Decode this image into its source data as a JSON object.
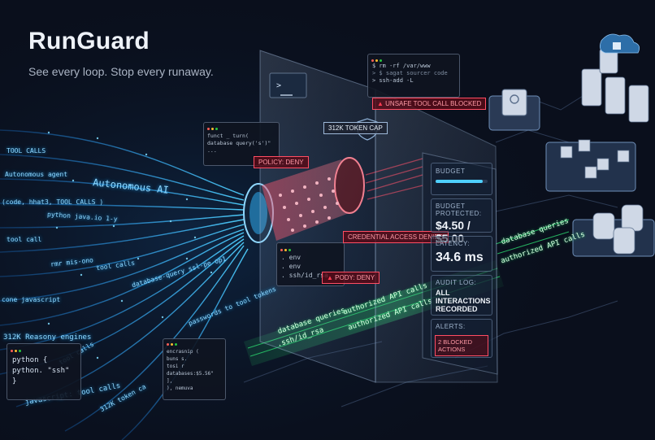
{
  "brand": {
    "title": "RunGuard",
    "tagline": "See every loop. Stop every runaway."
  },
  "stream_labels": [
    "TOOL CALLS",
    "Autonomous agent",
    "Autonomous AI",
    "(code, hhat3, TOOL CALLS )",
    "python java.io 1-y",
    "tool call",
    "rmr mis-ono",
    "tool calls",
    "database-query ssl-pe op1",
    "cone javascript",
    "312K Reasony engines",
    "passwords to tool tokens",
    "javascript: tool calls",
    "tool calls",
    "312K token ca"
  ],
  "code_windows": {
    "python": [
      "python {",
      "  python. \"ssh\"",
      "}"
    ],
    "top_terminal": [
      "$ rm -rf /var/www",
      "> $ sagat sourcer code",
      "> ssh-add -L"
    ],
    "funct": [
      "funct _ turn(",
      "  database query('s')\"",
      "  ..."
    ],
    "env": [
      ". env",
      ". env",
      ". ssh/id_rsa"
    ],
    "lower": [
      "encrasnip (",
      "  buns s.",
      "  tosi r",
      "    databases:$5.56\"",
      "  ],",
      "), nemuva"
    ]
  },
  "alerts": {
    "policy_deny": "POLICY: DENY",
    "token_cap": "312K TOKEN CAP",
    "unsafe_tool": "UNSAFE TOOL CALL BLOCKED",
    "credential": "CREDENTIAL ACCESS DENIED",
    "pody_deny": "PODY: DENY"
  },
  "green_labels": [
    "database queries",
    "authorized API calls",
    "authorized API calls",
    ".ssh/id_rsa",
    "database queries",
    "authorized API calls"
  ],
  "dashboard": {
    "budget_label": "BUDGET",
    "budget_protected_label": "BUDGET PROTECTED:",
    "budget_value": "$4.50 / $5.00",
    "budget_fill": 0.9,
    "latency_label": "LATENCY:",
    "latency_value": "34.6 ms",
    "audit_label": "AUDIT LOG:",
    "audit_value": "ALL INTERACTIONS RECORDED",
    "alerts_label": "ALERTS:",
    "alerts_value": "2 BLOCKED ACTIONS"
  },
  "colors": {
    "background": "#0a0f1c",
    "stream_blue": "#2fb7ff",
    "blocked_red": "#ff3b52",
    "allowed_green": "#2bd96f",
    "panel_glass": "#9fb9d9"
  }
}
